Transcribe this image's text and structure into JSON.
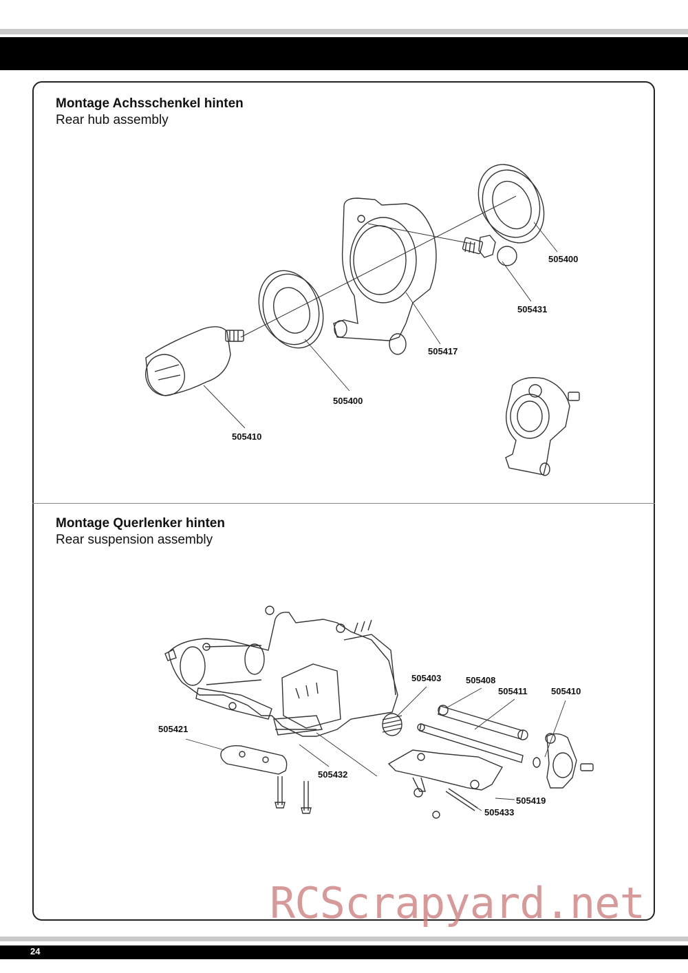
{
  "header": {
    "bar_color": "#000000",
    "line_color": "#c9c9c9"
  },
  "section1": {
    "title_de": "Montage Achsschenkel hinten",
    "title_en": "Rear hub assembly",
    "parts": {
      "bearing_top": "505400",
      "ball_stud": "505431",
      "hub_carrier": "505417",
      "bearing_mid": "505400",
      "drive_cup": "505410"
    }
  },
  "section2": {
    "title_de": "Montage Querlenker hinten",
    "title_en": "Rear suspension assembly",
    "parts": {
      "spring": "505403",
      "pin_long": "505408",
      "pin_short": "505411",
      "hub_right": "505410",
      "mount_block": "505421",
      "screws": "505432",
      "wishbone": "505419",
      "screw_pin": "505433"
    }
  },
  "footer": {
    "page_number": "24"
  },
  "watermark": {
    "text": "RCScrapyard.net",
    "color": "#c87878"
  }
}
